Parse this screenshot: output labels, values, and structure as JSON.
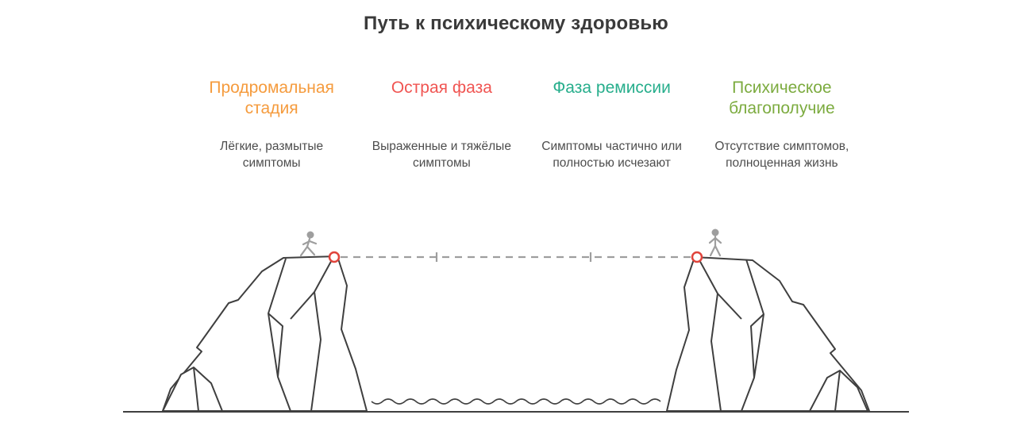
{
  "title": "Путь к психическому здоровью",
  "stages": [
    {
      "label": "Продромальная стадия",
      "description": "Лёгкие, размытые симптомы",
      "color": "#f59b3d"
    },
    {
      "label": "Острая фаза",
      "description": "Выраженные и тяжёлые симптомы",
      "color": "#f05552"
    },
    {
      "label": "Фаза ремиссии",
      "description": "Симптомы частично или полностью исчезают",
      "color": "#27ae8c"
    },
    {
      "label": "Психическое благополучие",
      "description": "Отсутствие симптомов, полноценная жизнь",
      "color": "#7cab3f"
    }
  ],
  "illustration": {
    "outline_color": "#3f3f3f",
    "rope_color": "#9e9e9e",
    "figure_color": "#9e9e9e",
    "anchor_color": "#e0443c",
    "left_figure": "stick-figure-walking",
    "right_figure": "stick-figure-standing"
  }
}
